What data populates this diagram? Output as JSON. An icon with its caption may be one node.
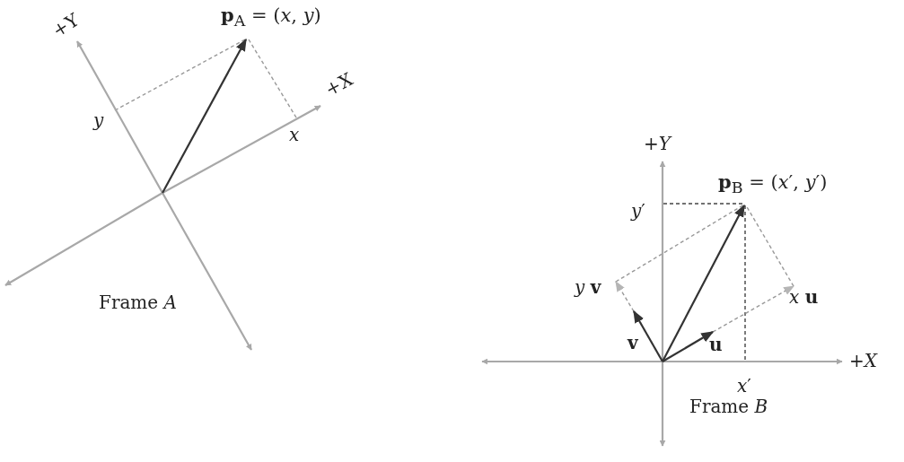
{
  "diagram": {
    "labels": [
      "+Y",
      "**p**$_{A}$ = (*x*, *y*)",
      "+X",
      "*y*",
      "*x*",
      "Frame *A*",
      "+*Y*",
      "**p**$_{B}$ = (*x*′, *y*′)",
      "*y*′",
      "*y* **v**",
      "*x* **u**",
      "**v**",
      "**u**",
      "+*X*",
      "*x*′",
      "Frame *B*"
    ]
  }
}
